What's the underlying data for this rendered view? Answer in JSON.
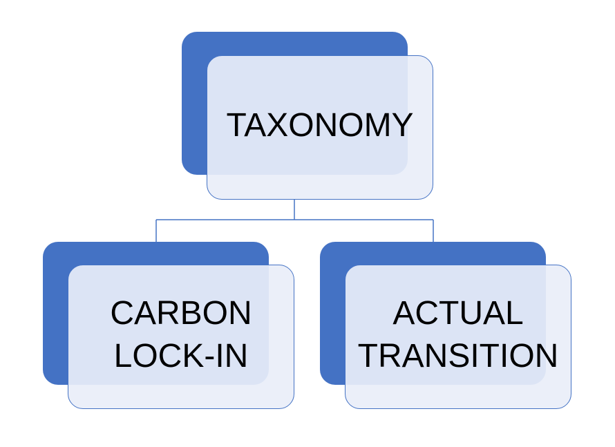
{
  "diagram": {
    "root": {
      "lines": [
        "TAXONOMY"
      ]
    },
    "children": [
      {
        "lines": [
          "CARBON",
          "LOCK-IN"
        ]
      },
      {
        "lines": [
          "ACTUAL",
          "TRANSITION"
        ]
      }
    ],
    "colors": {
      "accent": "#4472C4",
      "card_fill": "#E9EEF8",
      "text": "#000000",
      "background": "#FFFFFF"
    }
  }
}
